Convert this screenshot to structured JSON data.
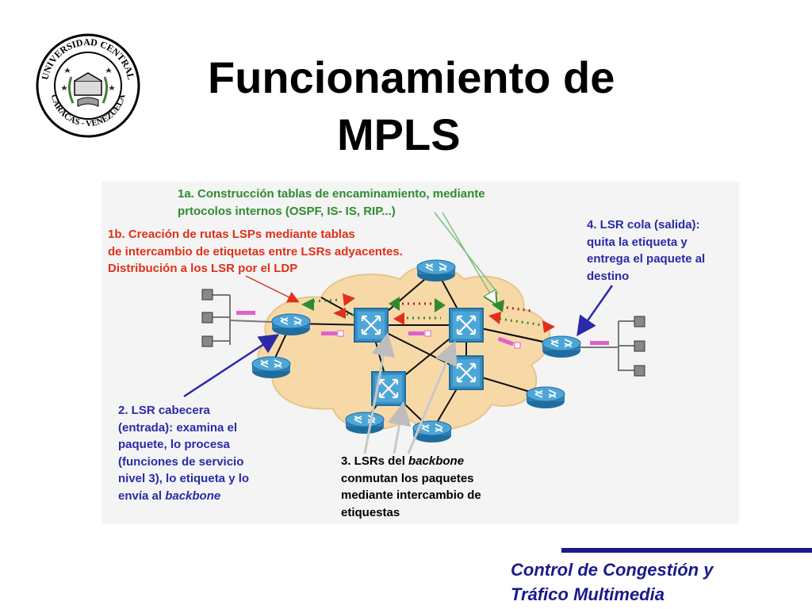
{
  "slide": {
    "title_line1": "Funcionamiento de",
    "title_line2": "MPLS"
  },
  "logo": {
    "top_text": "UNIVERSIDAD CENTRAL",
    "bottom_text": "CARACAS - VENEZUELA"
  },
  "notes": {
    "n1a": "1a.  Construcción tablas de encaminamiento, mediante\nprtocolos internos (OSPF, IS- IS, RIP...)",
    "n1b": "1b. Creación  de rutas LSPs mediante tablas\nde intercambio de etiquetas entre LSRs adyacentes.\nDistribución a los LSR por el LDP",
    "n4": "4. LSR cola (salida):\nquita la etiqueta y\nentrega el paquete al\ndestino",
    "n2_a": "2. LSR cabecera\n(entrada): examina el\npaquete, lo procesa\n(funciones de servicio\nnivel 3), lo etiqueta y lo\nenvía al ",
    "n2_em": "backbone",
    "n3_a": "3. LSRs del ",
    "n3_em": "backbone",
    "n3_b": "\nconmutan los paquetes\nmediante intercambio de\netiquestas"
  },
  "footer": {
    "line1": "Control de Congestión y",
    "line2": "Tráfico Multimedia"
  },
  "colors": {
    "green": "#2e8b2e",
    "red": "#e0301a",
    "blue": "#2a2aa8",
    "navy": "#1a1a8c",
    "cloud": "#f7d9a8",
    "router": "#3a8fc2"
  }
}
